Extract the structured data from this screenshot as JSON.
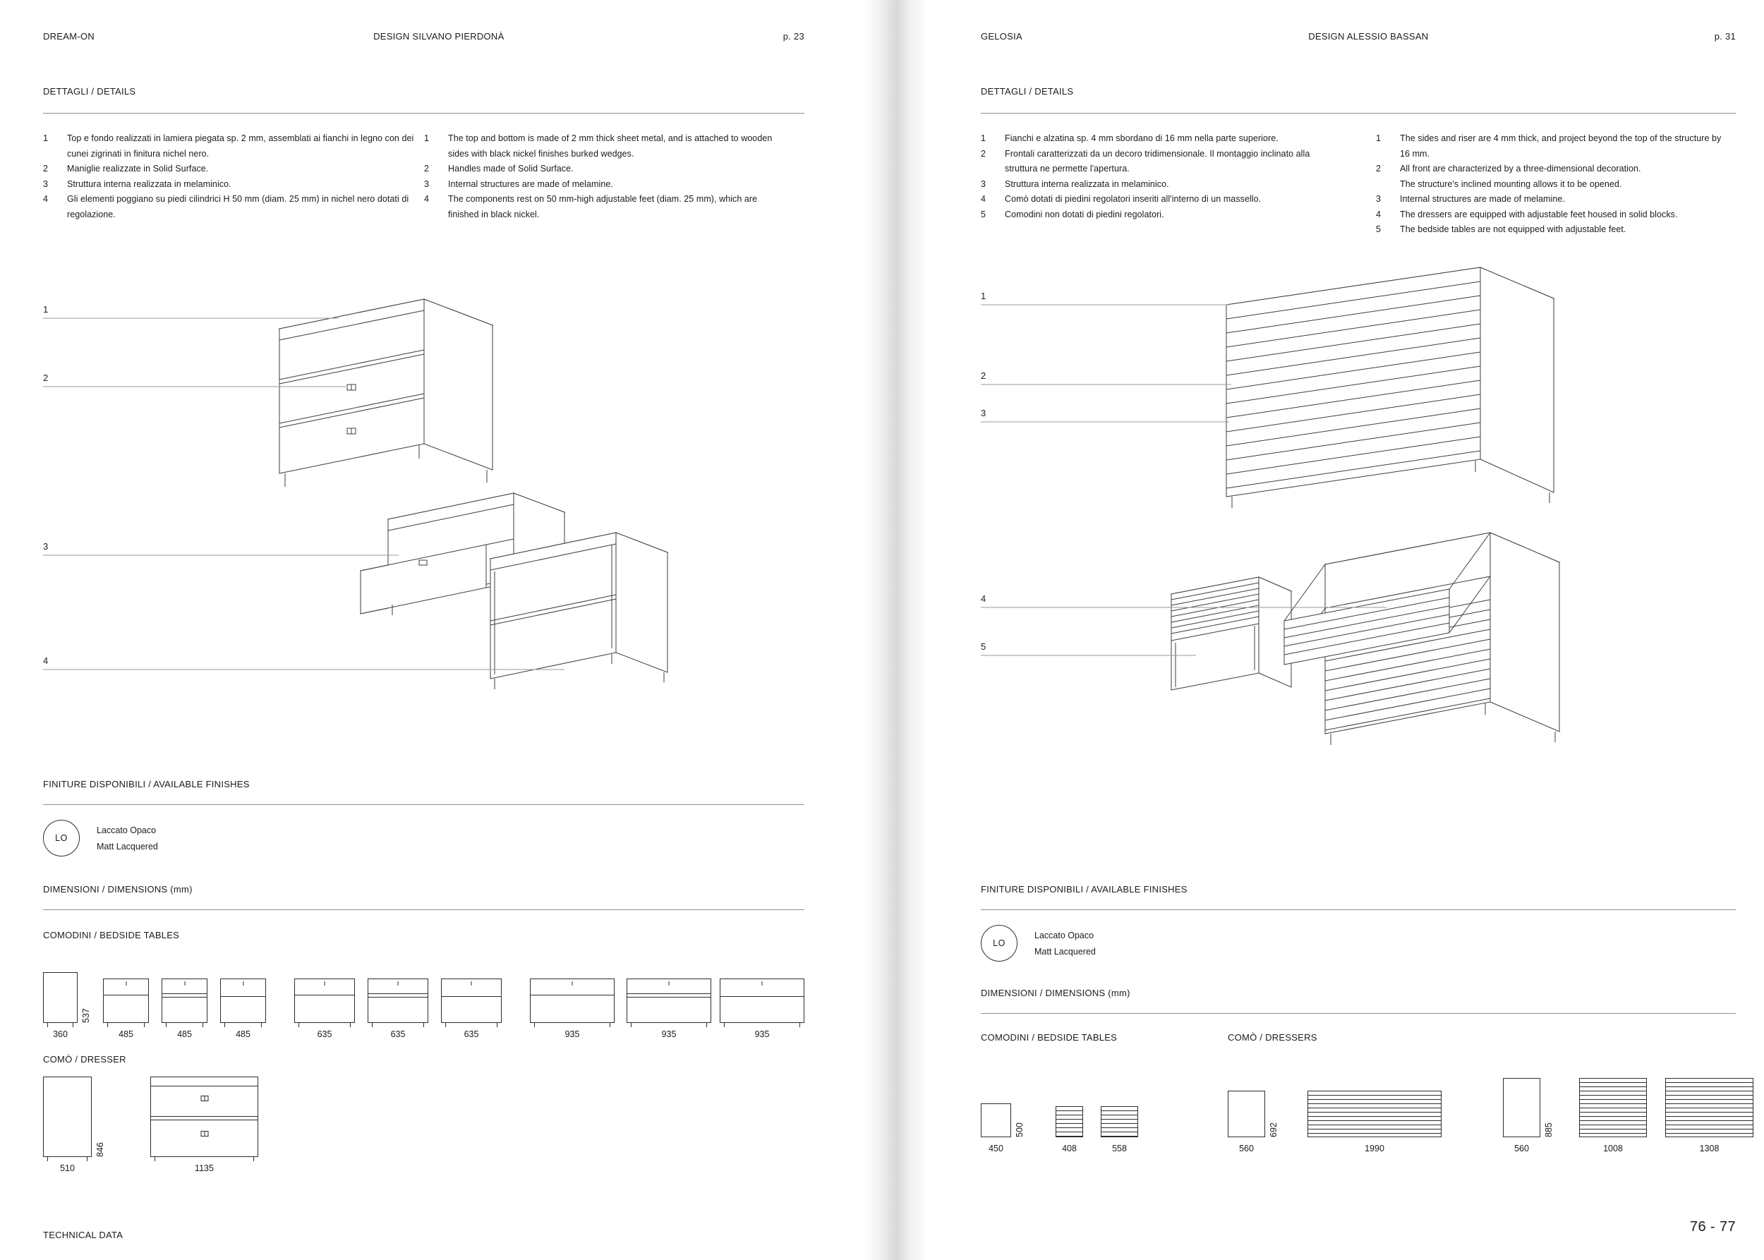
{
  "left_page": {
    "header": {
      "title": "DREAM-ON",
      "designer": "DESIGN SILVANO PIERDONÀ",
      "page_ref": "p. 23"
    },
    "details_heading": "DETTAGLI / DETAILS",
    "details_it": [
      {
        "n": "1",
        "t": "Top e fondo realizzati in lamiera piegata sp. 2 mm, assemblati ai fianchi in legno con dei cunei zigrinati in finitura nichel nero."
      },
      {
        "n": "2",
        "t": "Maniglie realizzate in Solid Surface."
      },
      {
        "n": "3",
        "t": "Struttura interna realizzata in melaminico."
      },
      {
        "n": "4",
        "t": "Gli elementi poggiano su piedi cilindrici H 50 mm (diam. 25 mm) in nichel nero dotati di regolazione."
      }
    ],
    "details_en": [
      {
        "n": "1",
        "t": "The top and bottom is made of 2 mm thick sheet metal, and is attached to wooden sides with black nickel finishes burked wedges."
      },
      {
        "n": "2",
        "t": "Handles made of Solid Surface."
      },
      {
        "n": "3",
        "t": "Internal structures are made of melamine."
      },
      {
        "n": "4",
        "t": "The components rest on 50 mm-high adjustable feet (diam. 25 mm), which are finished in black nickel."
      }
    ],
    "callouts": [
      "1",
      "2",
      "3",
      "4"
    ],
    "finishes_heading": "FINITURE DISPONIBILI / AVAILABLE FINISHES",
    "finish": {
      "code": "LO",
      "name_it": "Laccato Opaco",
      "name_en": "Matt Lacquered"
    },
    "dimensions_heading": "DIMENSIONI / DIMENSIONS (mm)",
    "bedside_heading": "COMODINI / BEDSIDE TABLES",
    "bedside_thumbs": [
      {
        "w": "360",
        "h": "537"
      },
      {
        "w": "485"
      },
      {
        "w": "485"
      },
      {
        "w": "485"
      },
      {
        "w": "635"
      },
      {
        "w": "635"
      },
      {
        "w": "635"
      },
      {
        "w": "935"
      },
      {
        "w": "935"
      },
      {
        "w": "935"
      }
    ],
    "dresser_heading": "COMÒ / DRESSER",
    "dresser_thumbs": [
      {
        "w": "510",
        "h": "846"
      },
      {
        "w": "1135"
      }
    ],
    "footer": "TECHNICAL DATA"
  },
  "right_page": {
    "header": {
      "title": "GELOSIA",
      "designer": "DESIGN ALESSIO BASSAN",
      "page_ref": "p. 31"
    },
    "details_heading": "DETTAGLI / DETAILS",
    "details_it": [
      {
        "n": "1",
        "t": "Fianchi e alzatina sp. 4 mm sbordano di 16 mm nella parte superiore."
      },
      {
        "n": "2",
        "t": "Frontali caratterizzati da un decoro tridimensionale. Il montaggio inclinato alla struttura ne permette l'apertura."
      },
      {
        "n": "3",
        "t": "Struttura interna realizzata in melaminico."
      },
      {
        "n": "4",
        "t": "Comò dotati di piedini regolatori inseriti all'interno di un massello."
      },
      {
        "n": "5",
        "t": "Comodini non dotati di piedini regolatori."
      }
    ],
    "details_en": [
      {
        "n": "1",
        "t": "The sides and riser are 4 mm thick, and project beyond the top of the structure by 16 mm."
      },
      {
        "n": "2",
        "t": "All front are characterized by a three-dimensional decoration.\nThe structure's inclined mounting allows it to be opened."
      },
      {
        "n": "3",
        "t": "Internal structures are made of melamine."
      },
      {
        "n": "4",
        "t": "The dressers are equipped with adjustable feet housed in solid blocks."
      },
      {
        "n": "5",
        "t": "The bedside tables are not equipped with adjustable feet."
      }
    ],
    "callouts": [
      "1",
      "2",
      "3",
      "4",
      "5"
    ],
    "finishes_heading": "FINITURE DISPONIBILI / AVAILABLE FINISHES",
    "finish": {
      "code": "LO",
      "name_it": "Laccato Opaco",
      "name_en": "Matt Lacquered"
    },
    "dimensions_heading": "DIMENSIONI / DIMENSIONS (mm)",
    "bedside_heading": "COMODINI / BEDSIDE TABLES",
    "dressers_heading": "COMÒ / DRESSERS",
    "bedside_thumbs": [
      {
        "w": "450",
        "h": "500"
      },
      {
        "w": "408"
      },
      {
        "w": "558"
      }
    ],
    "dresser_thumbs": [
      {
        "w": "560",
        "h": "692"
      },
      {
        "w": "1990"
      },
      {
        "w": "560",
        "h": "885"
      },
      {
        "w": "1008"
      },
      {
        "w": "1308"
      }
    ],
    "page_number": "76 - 77"
  }
}
